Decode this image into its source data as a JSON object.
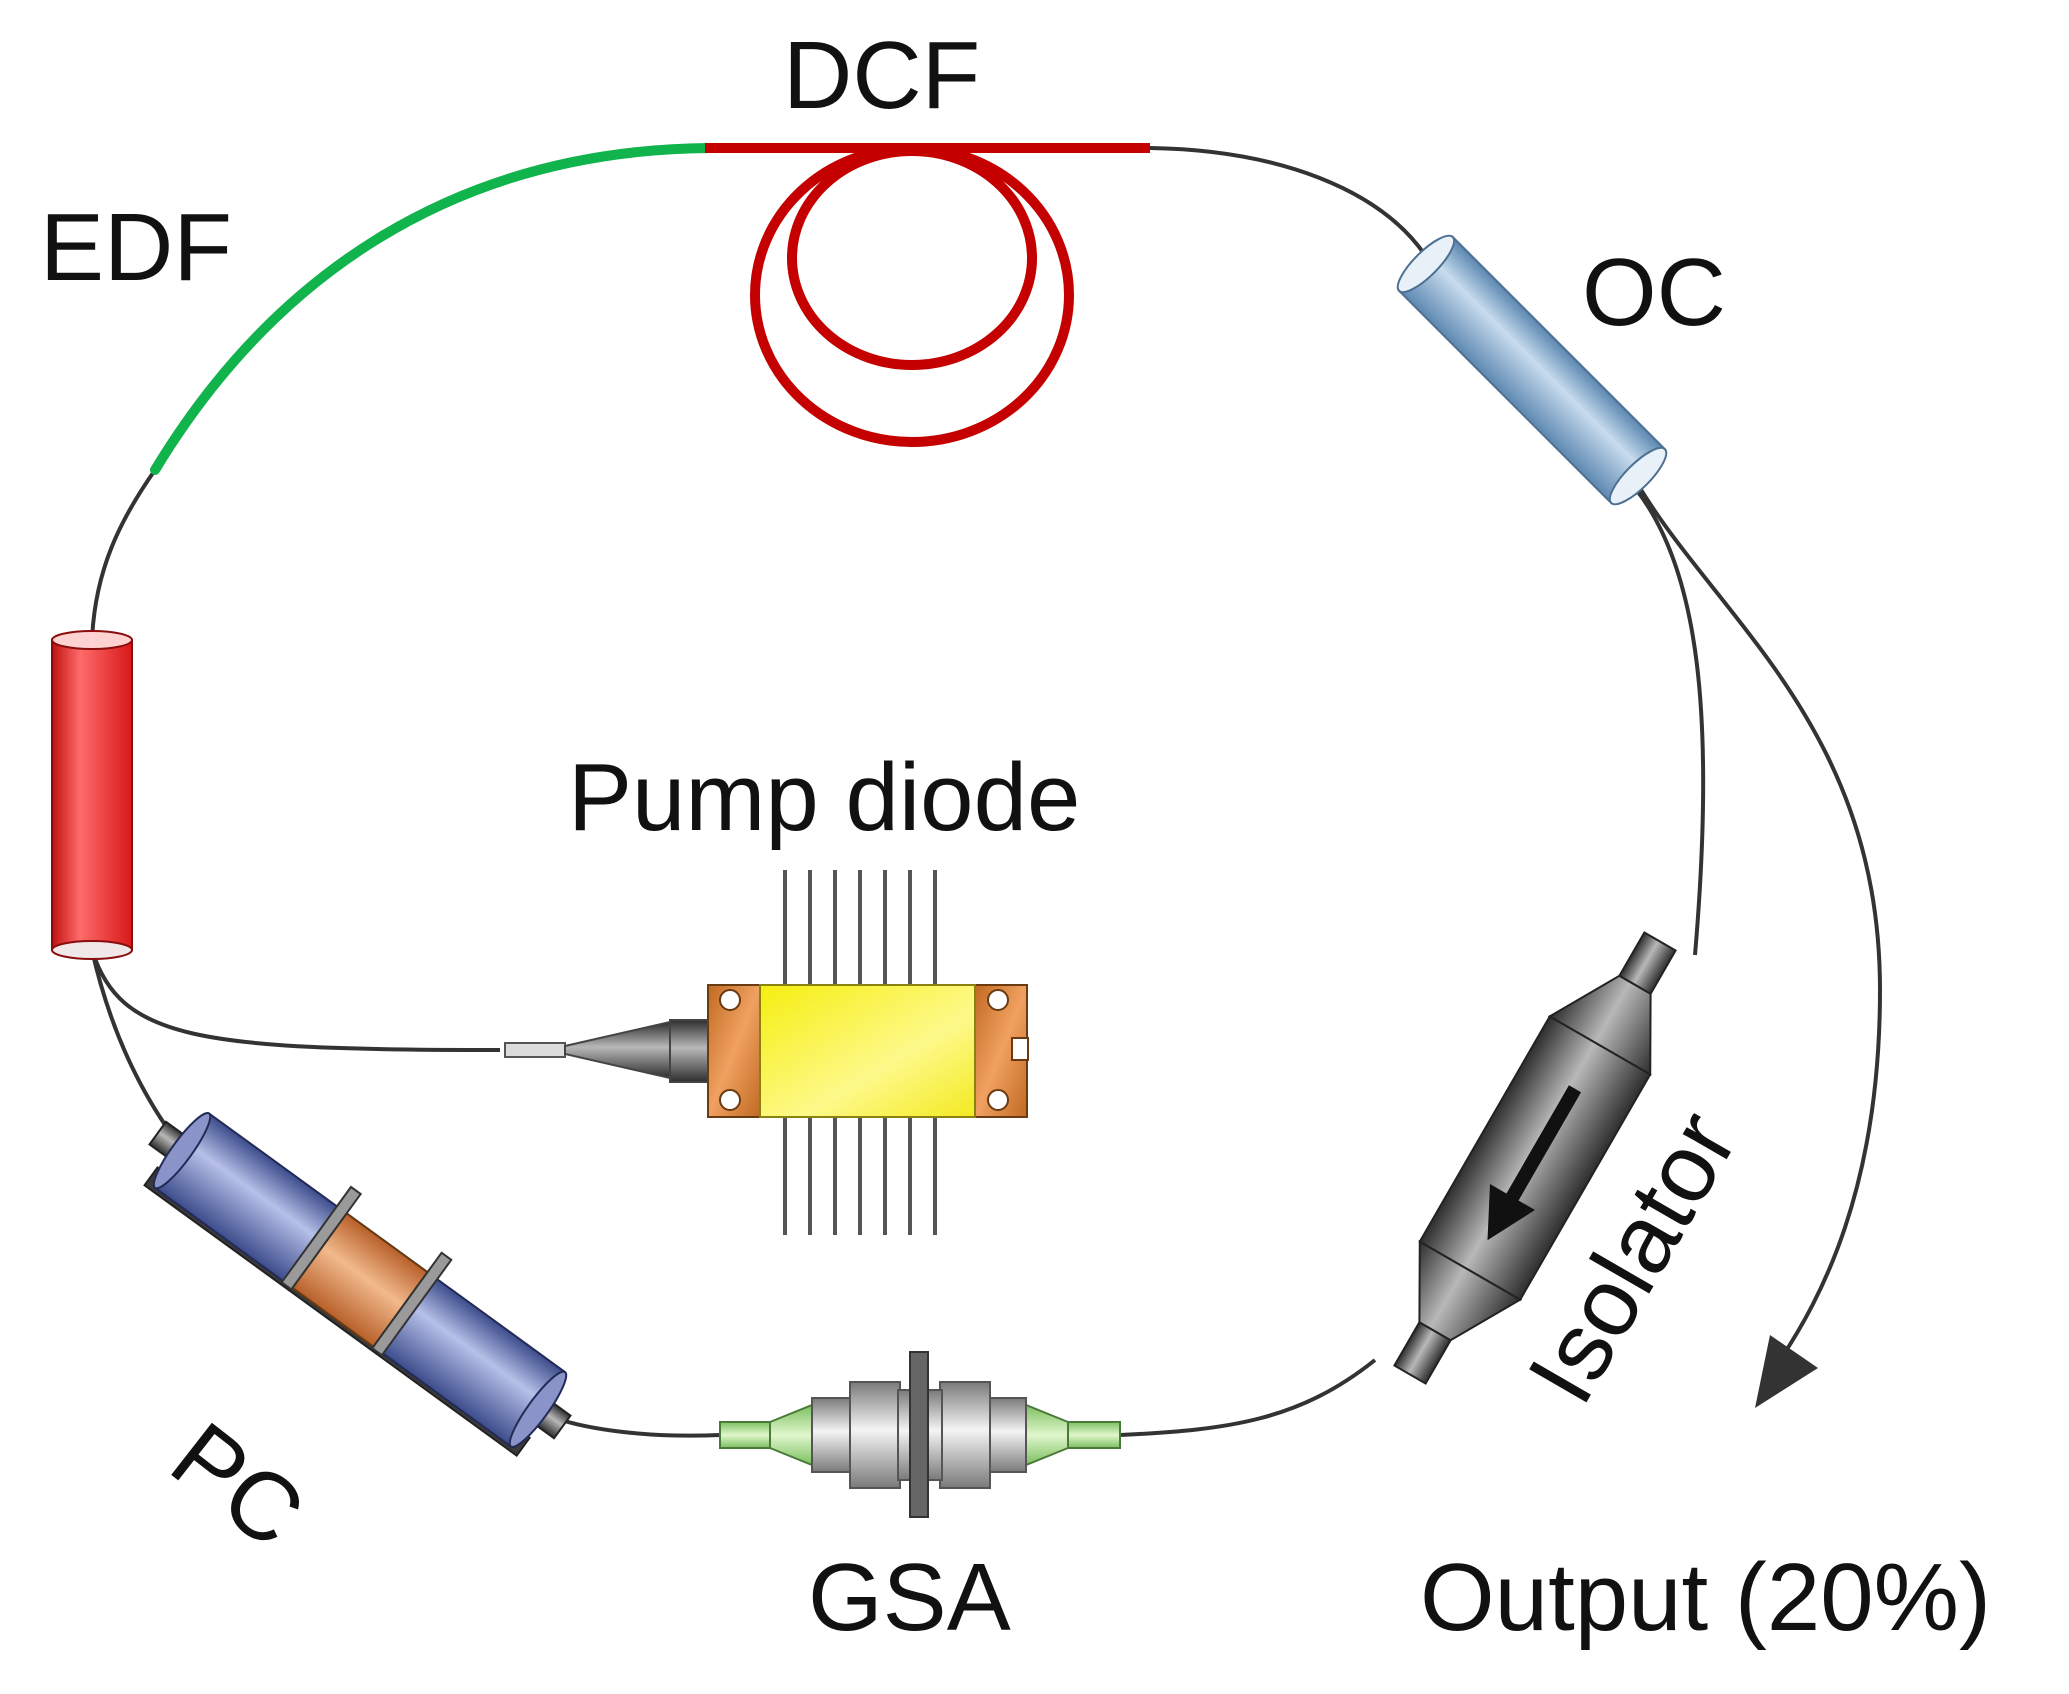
{
  "labels": {
    "dcf": "DCF",
    "edf": "EDF",
    "oc": "OC",
    "pump_diode": "Pump diode",
    "isolator": "Isolator",
    "pc": "PC",
    "gsa": "GSA",
    "output": "Output (20%)"
  },
  "colors": {
    "fiber": "#333333",
    "edf_fiber": "#10b34c",
    "dcf_fiber": "#c40000",
    "oc_body": "#7fa8cc",
    "wdm_body": "#e8262a",
    "pump_body": "#f2ec1a",
    "pump_flange": "#d8862c",
    "isolator_body": "#4a4a4a",
    "pc_body": "#5a6aa8",
    "pc_paddle": "#d98a52",
    "gsa_connector": "#9a9a9a",
    "gsa_ferrule": "#a8d890"
  },
  "icons": [
    "wdm-coupler-icon",
    "pump-diode-icon",
    "isolator-icon",
    "polarization-controller-icon",
    "gsa-connector-icon",
    "output-coupler-icon",
    "output-arrow-icon"
  ]
}
